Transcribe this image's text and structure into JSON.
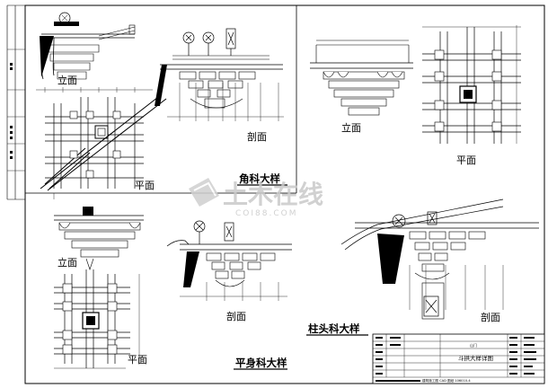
{
  "sheet": {
    "panels": {
      "corner": {
        "elevation_label": "立面",
        "plan_label": "平面",
        "section_label": "剖面",
        "title": "角科大样"
      },
      "pillar": {
        "elevation_label": "立面",
        "plan_label": "平面",
        "section_label": "剖面",
        "title": "柱头科大样"
      },
      "flat": {
        "elevation_label": "立面",
        "plan_label": "平面",
        "section_label": "剖面",
        "title": "平身科大样"
      }
    },
    "title_block": {
      "project": "山门",
      "drawing_title": "斗拱大样详图",
      "drawing_no": "",
      "footer": "建筑施工图 CAD 图纸 106010-4"
    }
  }
}
